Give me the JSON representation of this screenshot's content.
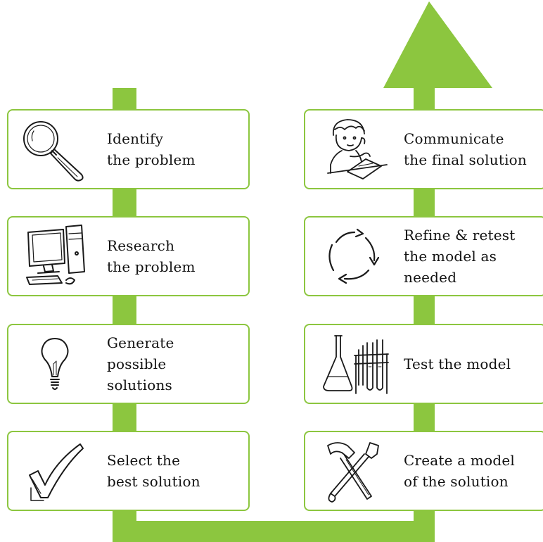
{
  "colors": {
    "arrow": "#8cc63f",
    "border": "#8cc63f",
    "text": "#111111",
    "icon": "#1a1a1a"
  },
  "left_steps": [
    {
      "lines": [
        "Identify",
        "the problem"
      ],
      "icon": "magnifying-glass-icon"
    },
    {
      "lines": [
        "Research",
        "the problem"
      ],
      "icon": "computer-icon"
    },
    {
      "lines": [
        "Generate",
        "possible",
        "solutions"
      ],
      "icon": "lightbulb-icon"
    },
    {
      "lines": [
        "Select the",
        "best solution"
      ],
      "icon": "checkmark-icon"
    }
  ],
  "right_steps": [
    {
      "lines": [
        "Communicate",
        "the final solution"
      ],
      "icon": "child-writing-icon"
    },
    {
      "lines": [
        "Refine & retest",
        "the model as",
        "needed"
      ],
      "icon": "cycle-arrows-icon"
    },
    {
      "lines": [
        "Test the model"
      ],
      "icon": "lab-glassware-icon"
    },
    {
      "lines": [
        "Create a model",
        "of the solution"
      ],
      "icon": "hammer-wrench-icon"
    }
  ]
}
